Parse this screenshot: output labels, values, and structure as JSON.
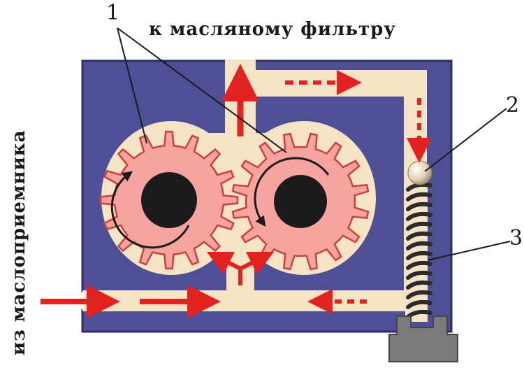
{
  "labels": {
    "gears_number": "1",
    "valve_ball_number": "2",
    "spring_number": "3",
    "outlet_caption": "к масляному фильтру",
    "inlet_caption": "из маслоприемника"
  },
  "colors": {
    "housing": "#4f4f96",
    "housing_edge": "#2e2e66",
    "channel": "#f5e3c6",
    "gear": "#f7a4a0",
    "gear_edge": "#c9413d",
    "shaft": "#1b1b1b",
    "arrow": "#e32222",
    "spring": "#2b2b2b",
    "plug": "#7a7a7a",
    "ball": "#e2d4b8"
  },
  "icons": [
    "gear-icon",
    "flow-arrow-icon",
    "rotation-arrow-icon",
    "valve-ball-icon",
    "spring-icon"
  ]
}
